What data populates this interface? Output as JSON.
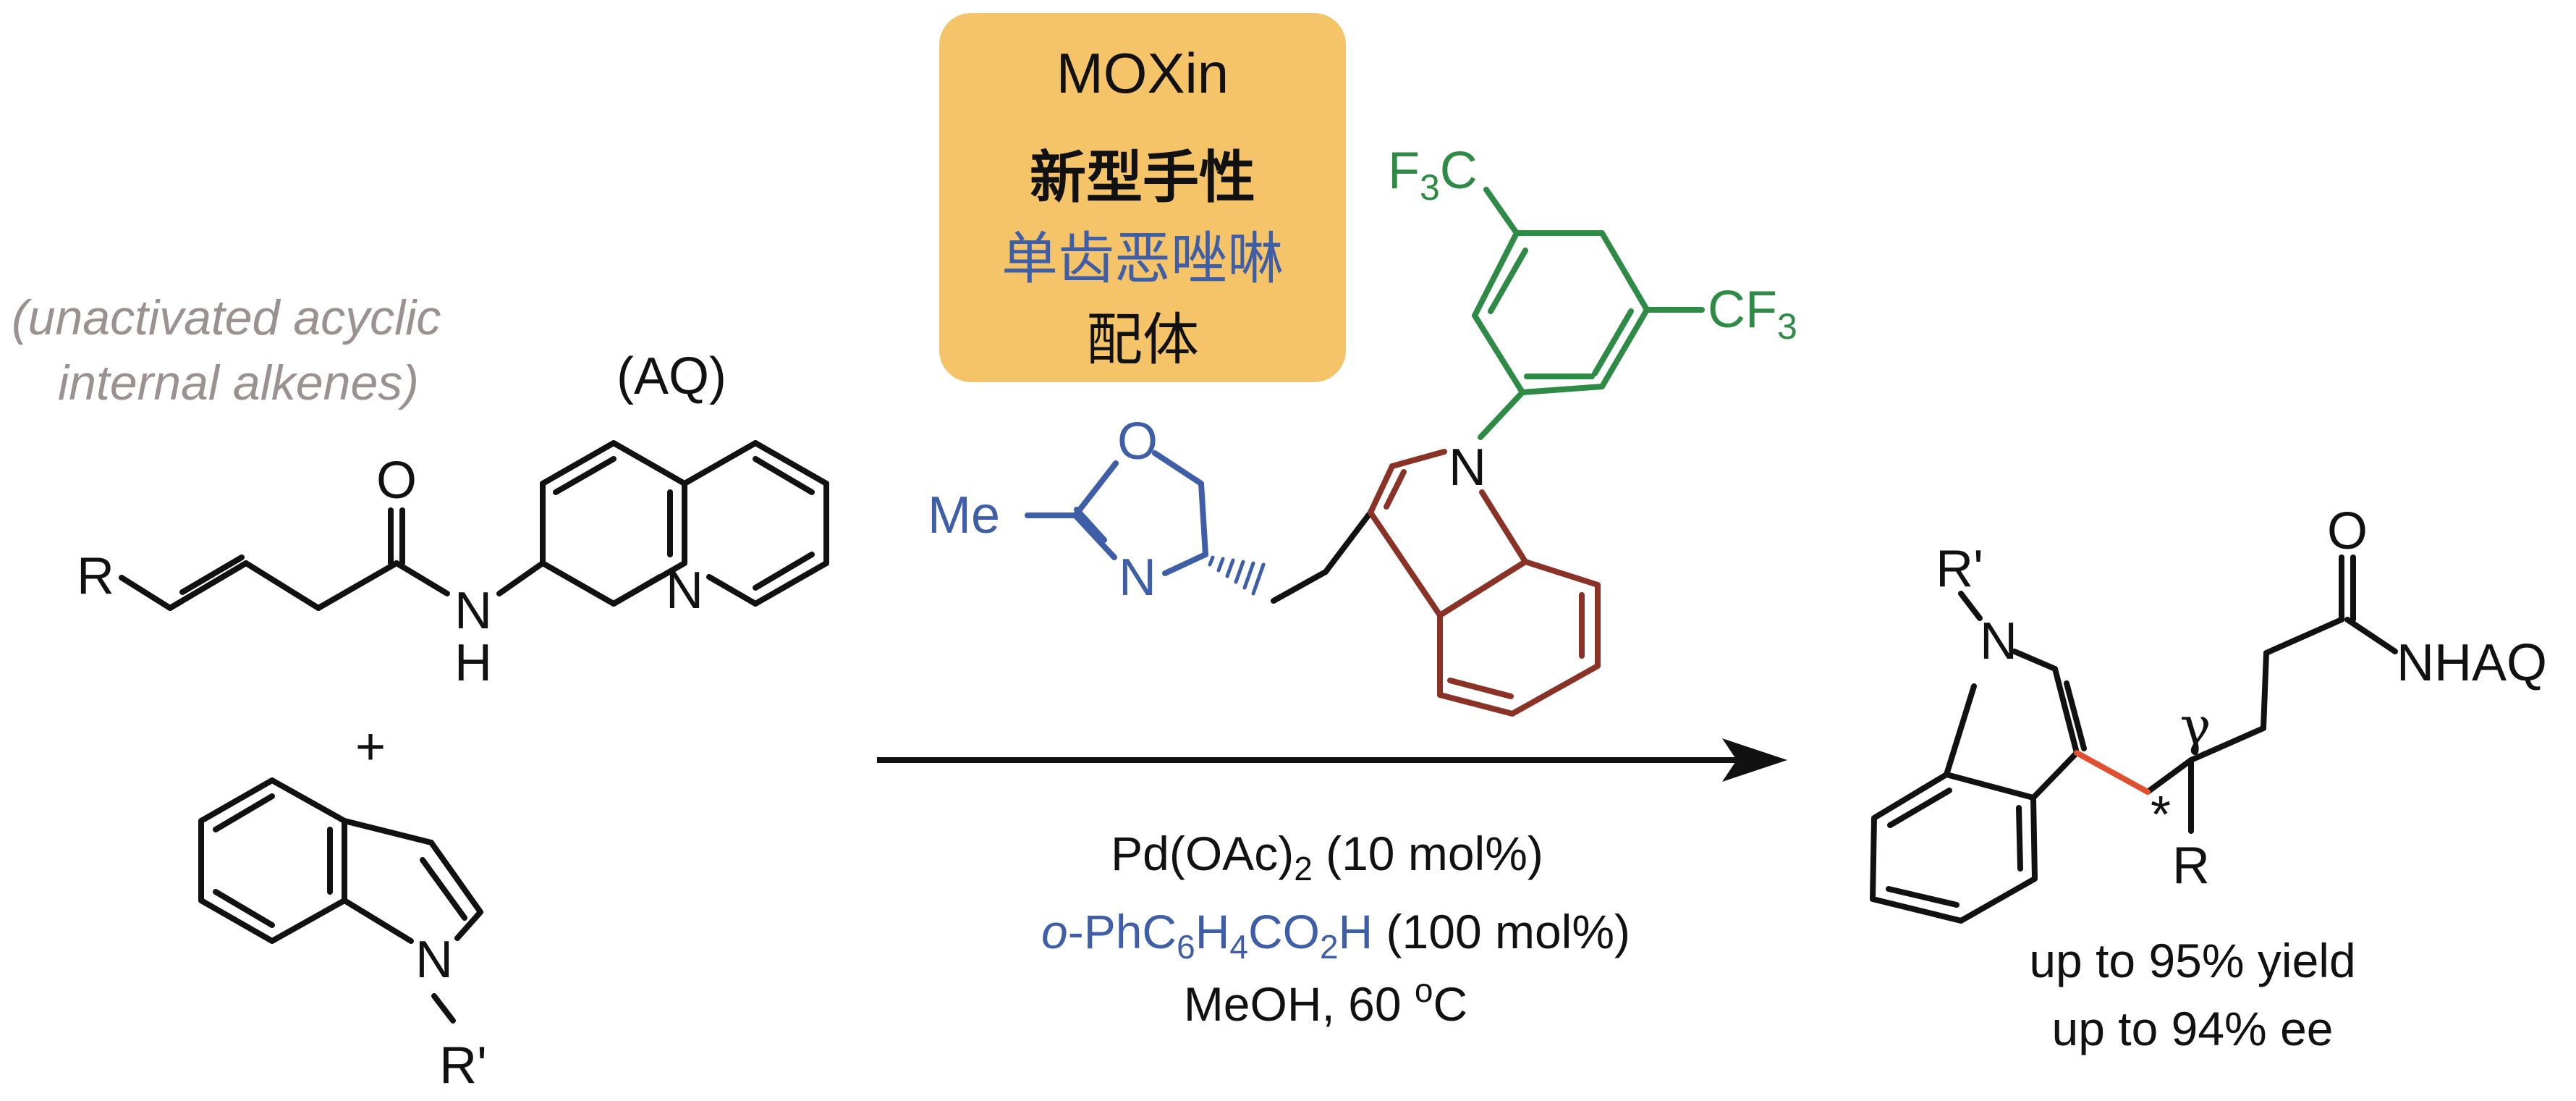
{
  "colors": {
    "black": "#111111",
    "gray_label": "#9a9190",
    "blue": "#3f5ea8",
    "green": "#2e8b45",
    "brown": "#8a3226",
    "red_bond": "#e0502e",
    "box_fill": "#f5c469"
  },
  "ligand_box": {
    "name": "MOXin",
    "line1": "新型手性",
    "line2": "单齿恶唑啉",
    "line3": "配体"
  },
  "reactant_label": {
    "line1": "(unactivated acyclic",
    "line2": "internal alkenes)"
  },
  "aq_label": "(AQ)",
  "atoms": {
    "R": "R",
    "O": "O",
    "N": "N",
    "H": "H",
    "plus": "+",
    "R_prime": "R'",
    "Me": "Me",
    "F3C_F": "F",
    "F3C_3": "3",
    "F3C_C": "C",
    "CF3_CF": "CF",
    "CF3_3": "3",
    "NHAQ": "NHAQ",
    "gamma": "γ",
    "star": "*"
  },
  "conditions": {
    "pd_a": "Pd(OAc)",
    "pd_sub": "2",
    "pd_b": " (10 mol%)",
    "acid_o": "o",
    "acid_a": "-PhC",
    "acid_s1": "6",
    "acid_b": "H",
    "acid_s2": "4",
    "acid_c": "CO",
    "acid_s3": "2",
    "acid_d": "H",
    "acid_e": " (100 mol%)",
    "solvent_a": "MeOH, 60 ",
    "solvent_sup": "o",
    "solvent_b": "C"
  },
  "result": {
    "yield": "up to 95% yield",
    "ee": "up to 94% ee"
  }
}
